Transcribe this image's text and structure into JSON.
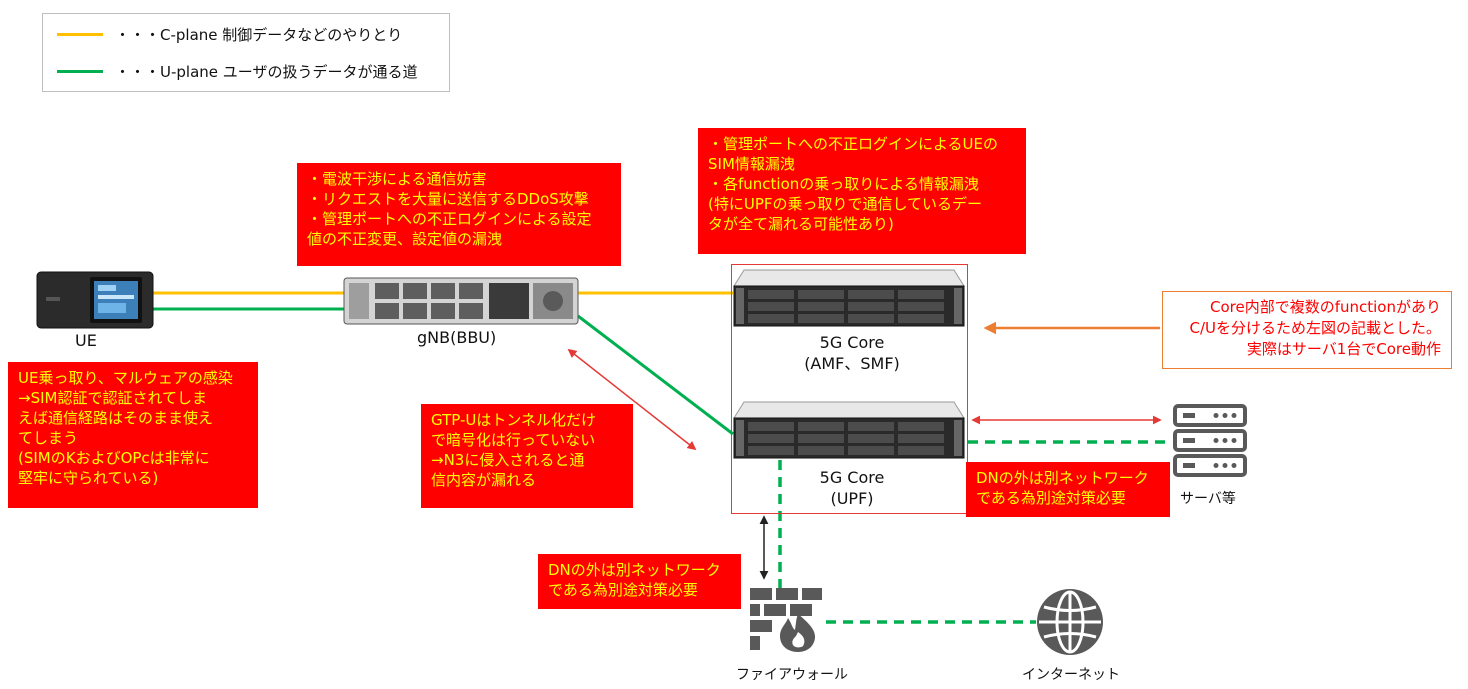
{
  "legend": {
    "c_plane": {
      "text": "・・・C-plane  制御データなどのやりとり",
      "color": "#ffc000"
    },
    "u_plane": {
      "text": "・・・U-plane  ユーザの扱うデータが通る道",
      "color": "#00b050"
    }
  },
  "nodes": {
    "ue": "UE",
    "gnb": "gNB(BBU)",
    "core_amf_line1": "5G Core",
    "core_amf_line2": "(AMF、SMF)",
    "core_upf_line1": "5G Core",
    "core_upf_line2": "(UPF)",
    "server": "サーバ等",
    "firewall": "ファイアウォール",
    "internet": "インターネット"
  },
  "notes": {
    "gnb_risks": [
      "・電波干渉による通信妨害",
      "・リクエストを大量に送信するDDoS攻撃",
      "・管理ポートへの不正ログインによる設定",
      "値の不正変更、設定値の漏洩"
    ],
    "core_risks": [
      "・管理ポートへの不正ログインによるUEの",
      "SIM情報漏洩",
      "・各functionの乗っ取りによる情報漏洩",
      "(特にUPFの乗っ取りで通信しているデー",
      "タが全て漏れる可能性あり)"
    ],
    "ue_risks": [
      "UE乗っ取り、マルウェアの感染",
      "→SIM認証で認証されてしま",
      "えば通信経路はそのまま使え",
      "てしまう",
      "(SIMのKおよびOPcは非常に",
      "堅牢に守られている)"
    ],
    "gtp_u": [
      "GTP-Uはトンネル化だけ",
      "で暗号化は行っていない",
      "→N3に侵入されると通",
      "信内容が漏れる"
    ],
    "dn_right": [
      "DNの外は別ネットワーク",
      "である為別途対策必要"
    ],
    "dn_bottom": [
      "DNの外は別ネットワーク",
      "である為別途対策必要"
    ],
    "core_internal": [
      "Core内部で複数のfunctionがあり",
      "C/Uを分けるため左図の記載とした。",
      "実際はサーバ1台でCore動作"
    ]
  },
  "colors": {
    "note_bg": "#ff0000",
    "note_text": "#ffff00",
    "c_plane": "#ffc000",
    "u_plane": "#00b050",
    "arrow_red": "#e53935",
    "arrow_orange": "#ed7d31",
    "icon_gray": "#595959"
  }
}
